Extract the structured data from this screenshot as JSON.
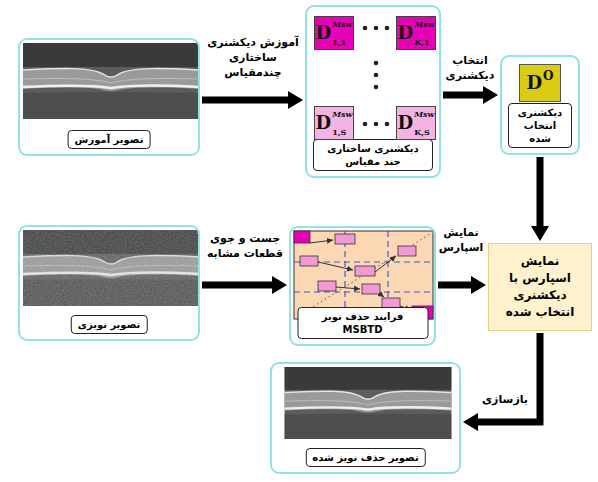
{
  "diagram": {
    "nodes": [
      {
        "text": [
          "تصویر آموزش"
        ]
      },
      {
        "text": [
          "دیکشنری ساختاری جند مقیاس"
        ]
      },
      {
        "text": [
          "D",
          "Msw",
          "1,1"
        ],
        "in": 1
      },
      {
        "text": [
          "D",
          "Msw",
          "K,1"
        ],
        "in": 1
      },
      {
        "text": [
          "D",
          "Msw",
          "1,S"
        ],
        "in": 1
      },
      {
        "text": [
          "D",
          "Msw",
          "K,S"
        ],
        "in": 1
      },
      {
        "text": [
          "دیکشنری انتخاب شده"
        ]
      },
      {
        "text": [
          "D",
          "O"
        ],
        "in": 6
      },
      {
        "text": [
          "تصویر نویزی"
        ]
      },
      {
        "text": [
          "فرایند حذف نویز MSBTD"
        ]
      },
      {
        "text": [
          "نمایش اسپارس با دیکشنری انتخاب شده"
        ]
      },
      {
        "text": [
          "تصویر حذف نویز شده"
        ]
      }
    ],
    "edges": [
      {
        "from": 0,
        "to": 1,
        "arrow": "to",
        "label": "آموزش دیکشنری ساختاری چندمقیاس"
      },
      {
        "from": 1,
        "to": 6,
        "arrow": "to",
        "label": "انتخاب دیکشنری"
      },
      {
        "from": 6,
        "to": 10,
        "arrow": "to"
      },
      {
        "from": 8,
        "to": 9,
        "arrow": "to",
        "label": "جست و جوی قطعات مشابه"
      },
      {
        "from": 9,
        "to": 10,
        "arrow": "to",
        "label": "نمایش اسپارس"
      },
      {
        "from": 10,
        "to": 11,
        "arrow": "to",
        "label": "بازسازی"
      }
    ]
  }
}
